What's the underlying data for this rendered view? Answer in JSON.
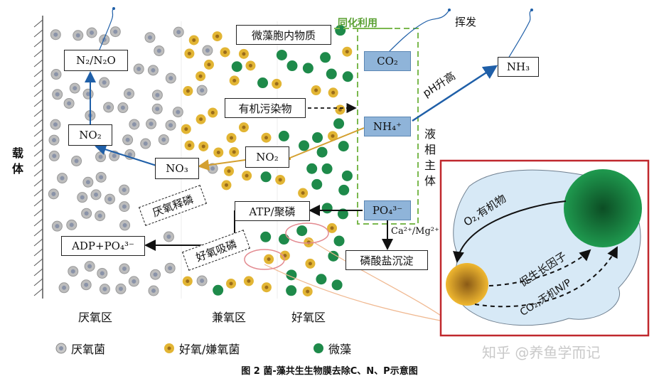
{
  "labels": {
    "carrier": "载体",
    "assimilation": "同化利用",
    "microalgae_cell": "微藻胞内物质",
    "volatilize": "挥发",
    "organic_pollutant": "有机污染物",
    "liquid_phase": "液相主体",
    "ph_rise": "pH升高",
    "anaerobic_release": "厌氧释磷",
    "aerobic_uptake": "好氧吸磷",
    "atp": "ATP/聚磷",
    "ca_mg": "Ca²⁺/Mg²⁺",
    "phosphate_precip": "磷酸盐沉淀",
    "o2_organic": "O₂,有机物",
    "growth_factor": "促生长因子",
    "co2_inorganic": "CO₂,无机N/P",
    "zone_anaerobic": "厌氧区",
    "zone_facultative": "兼氧区",
    "zone_aerobic": "好氧区",
    "n2_n2o": "N₂/N₂O",
    "no2": "NO₂",
    "no3": "NO₃",
    "no2_mid": "NO₂",
    "adp_po4": "ADP+PO₄³⁻",
    "co2": "CO₂",
    "nh4": "NH₄⁺",
    "po4": "PO₄³⁻",
    "nh3": "NH₃"
  },
  "legend": [
    {
      "name": "厌氧菌",
      "color": "#bdbdbd",
      "core": "#8a93a8"
    },
    {
      "name": "好氧/嫌氧菌",
      "color": "#e2b534",
      "core": "#9a6c1c"
    },
    {
      "name": "微藻",
      "color": "#1e8a4a",
      "core": "#0d5a2c"
    }
  ],
  "watermark": "知乎 @养鱼学而记",
  "caption": "图 2 菌-藻共生生物膜去除C、N、P示意图"
}
